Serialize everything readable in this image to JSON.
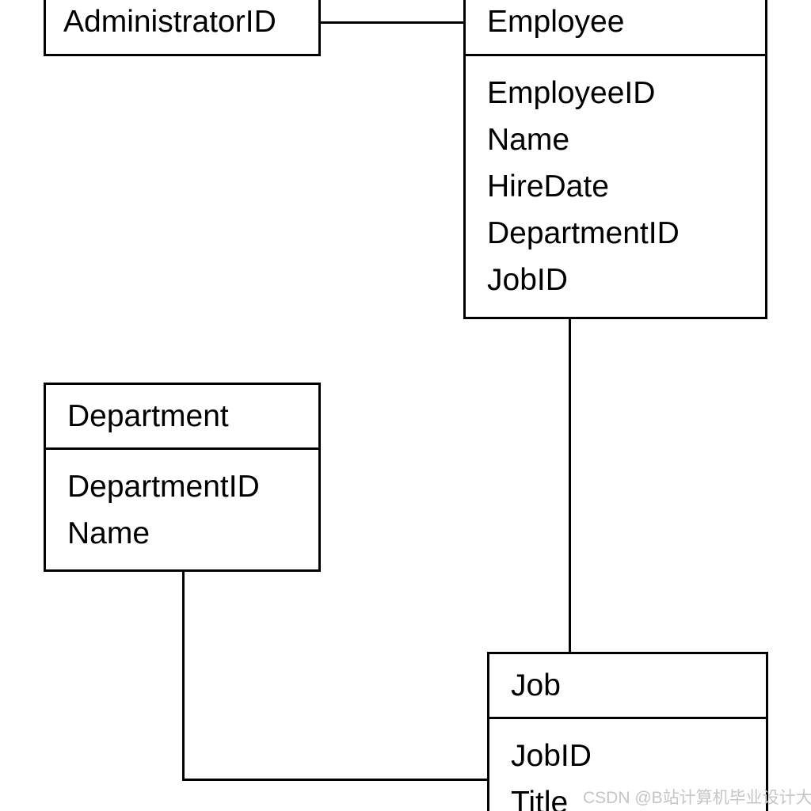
{
  "diagram": {
    "type": "er-diagram",
    "background_color": "#ffffff",
    "stroke_color": "#000000",
    "text_color": "#000000",
    "entities": [
      {
        "name": "administrator",
        "visible_label": "AdministratorID",
        "note": "box cut off at top of screenshot"
      },
      {
        "name": "employee",
        "title": "Employee",
        "attributes": [
          "EmployeeID",
          "Name",
          "HireDate",
          "DepartmentID",
          "JobID"
        ]
      },
      {
        "name": "department",
        "title": "Department",
        "attributes": [
          "DepartmentID",
          "Name"
        ]
      },
      {
        "name": "job",
        "title": "Job",
        "attributes": [
          "JobID",
          "Title"
        ],
        "note": "box cut off at bottom of screenshot"
      }
    ],
    "relationships": [
      {
        "from": "administrator",
        "to": "employee"
      },
      {
        "from": "employee",
        "to": "job"
      },
      {
        "from": "department",
        "to": "job"
      }
    ],
    "watermark": {
      "text": "CSDN @B站计算机毕业设计大学",
      "color": "#c5c5c5"
    }
  }
}
